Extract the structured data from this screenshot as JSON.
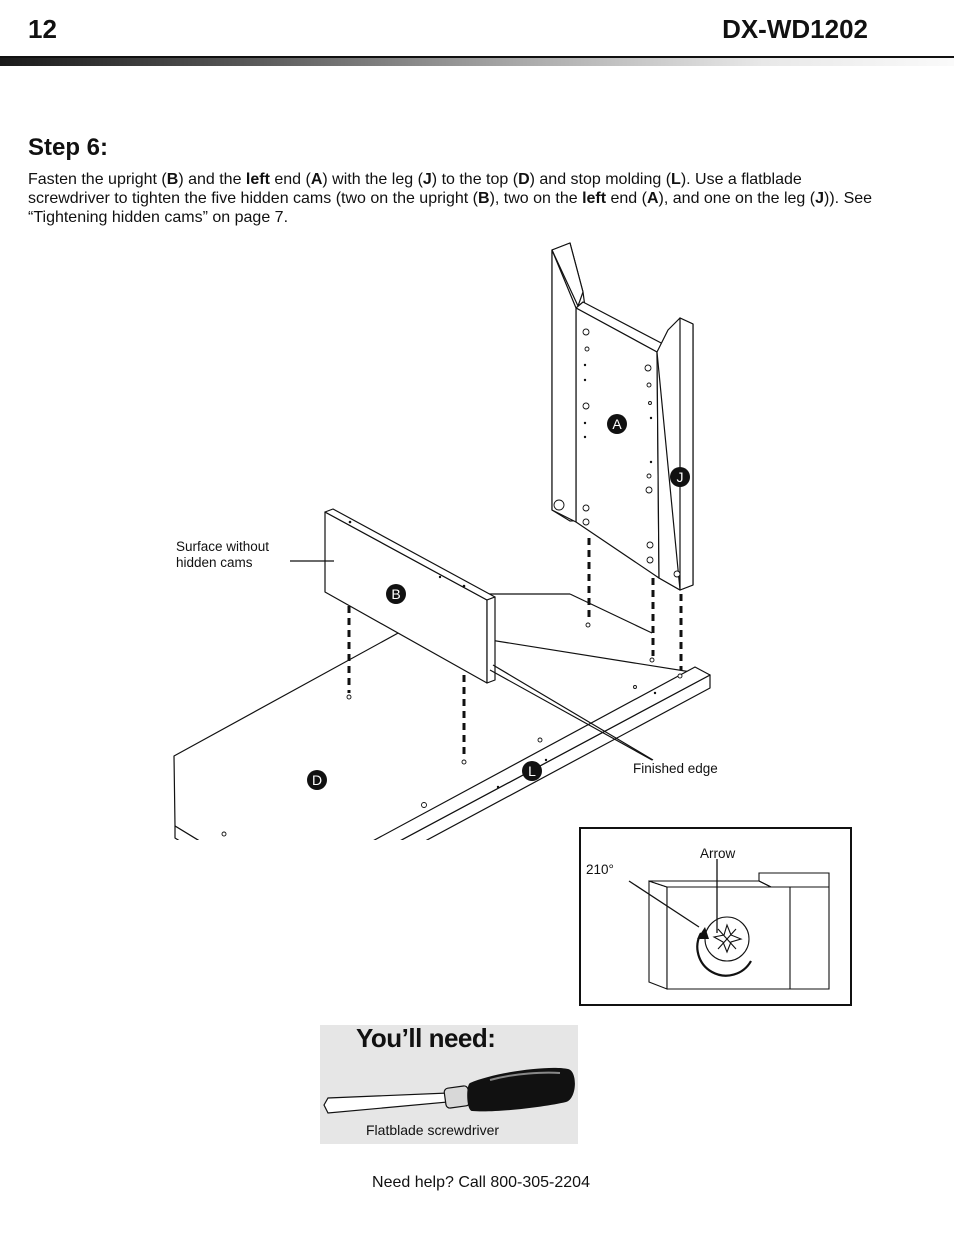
{
  "header": {
    "page_number": "12",
    "model": "DX-WD1202"
  },
  "step": {
    "title": "Step 6:",
    "instructions": [
      {
        "t": "Fasten the upright (",
        "b": false
      },
      {
        "t": "B",
        "b": true
      },
      {
        "t": ") and the ",
        "b": false
      },
      {
        "t": "left",
        "b": true
      },
      {
        "t": " end (",
        "b": false
      },
      {
        "t": "A",
        "b": true
      },
      {
        "t": ") with the leg (",
        "b": false
      },
      {
        "t": "J",
        "b": true
      },
      {
        "t": ") to the top (",
        "b": false
      },
      {
        "t": "D",
        "b": true
      },
      {
        "t": ") and stop molding (",
        "b": false
      },
      {
        "t": "L",
        "b": true
      },
      {
        "t": "). Use a flatblade screwdriver to tighten the five hidden cams (two on the upright (",
        "b": false
      },
      {
        "t": "B",
        "b": true
      },
      {
        "t": "), two on the ",
        "b": false
      },
      {
        "t": "left",
        "b": true
      },
      {
        "t": " end (",
        "b": false
      },
      {
        "t": "A",
        "b": true
      },
      {
        "t": "), and one on the leg (",
        "b": false
      },
      {
        "t": "J",
        "b": true
      },
      {
        "t": ")). See “Tightening hidden cams” on page 7.",
        "b": false
      }
    ]
  },
  "diagram": {
    "part_labels": {
      "a": "A",
      "j": "J",
      "b": "B",
      "d": "D",
      "l": "L"
    },
    "callouts": {
      "surface_line1": "Surface without",
      "surface_line2": "hidden cams",
      "finished_edge": "Finished edge"
    },
    "inset": {
      "angle": "210°",
      "arrow": "Arrow"
    }
  },
  "tools": {
    "title": "You’ll need:",
    "items": [
      "Flatblade screwdriver"
    ]
  },
  "footer": {
    "help": "Need help? Call 800-305-2204"
  }
}
